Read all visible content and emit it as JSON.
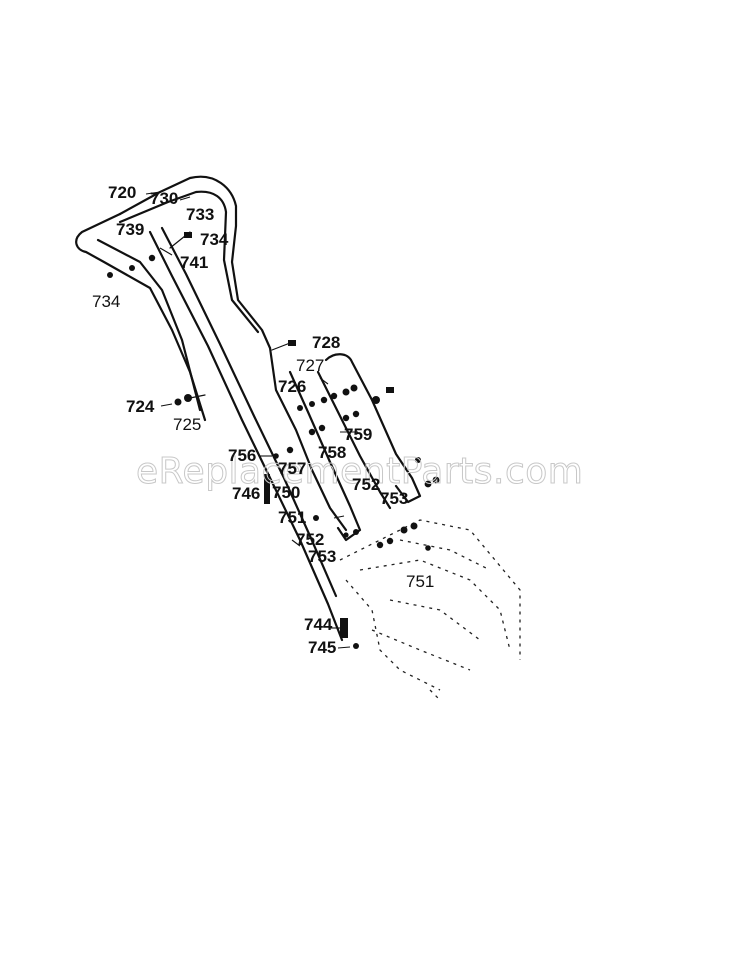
{
  "labels": [
    {
      "id": "p720",
      "text": "720"
    },
    {
      "id": "p730",
      "text": "730"
    },
    {
      "id": "p733",
      "text": "733"
    },
    {
      "id": "p739",
      "text": "739"
    },
    {
      "id": "p734a",
      "text": "734"
    },
    {
      "id": "p741",
      "text": "741"
    },
    {
      "id": "p734b",
      "text": "734"
    },
    {
      "id": "p728",
      "text": "728"
    },
    {
      "id": "p727",
      "text": "727"
    },
    {
      "id": "p726",
      "text": "726"
    },
    {
      "id": "p724",
      "text": "724"
    },
    {
      "id": "p725",
      "text": "725"
    },
    {
      "id": "p759",
      "text": "759"
    },
    {
      "id": "p756",
      "text": "756"
    },
    {
      "id": "p758",
      "text": "758"
    },
    {
      "id": "p757",
      "text": "757"
    },
    {
      "id": "p746",
      "text": "746"
    },
    {
      "id": "p750",
      "text": "750"
    },
    {
      "id": "p752a",
      "text": "752"
    },
    {
      "id": "p753a",
      "text": "753"
    },
    {
      "id": "p751a",
      "text": "751"
    },
    {
      "id": "p752b",
      "text": "752"
    },
    {
      "id": "p753b",
      "text": "753"
    },
    {
      "id": "p751b",
      "text": "751"
    },
    {
      "id": "p744",
      "text": "744"
    },
    {
      "id": "p745",
      "text": "745"
    }
  ],
  "watermark": "eReplacementParts.com"
}
